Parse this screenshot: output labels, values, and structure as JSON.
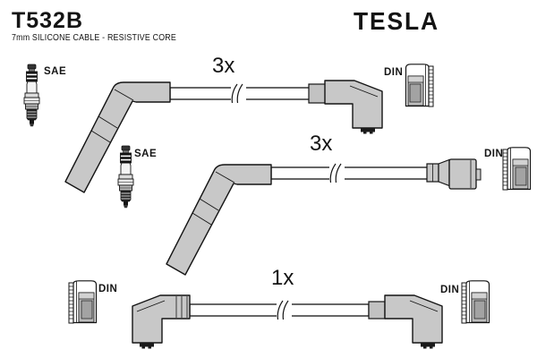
{
  "header": {
    "part_number": "T532B",
    "subtitle": "7mm SILICONE CABLE - RESISTIVE CORE",
    "brand": "TESLA"
  },
  "diagram": {
    "cables": [
      {
        "quantity": "3x",
        "spark_plug_end": {
          "standard": "SAE",
          "boot": "135-degree angled boot"
        },
        "distributor_end": {
          "standard": "DIN",
          "boot": "90-degree elbow boot"
        }
      },
      {
        "quantity": "3x",
        "spark_plug_end": {
          "standard": "SAE",
          "boot": "135-degree angled boot"
        },
        "distributor_end": {
          "standard": "DIN",
          "boot": "straight boot"
        }
      },
      {
        "quantity": "1x",
        "spark_plug_end": {
          "standard": "DIN",
          "boot": "90-degree elbow boot"
        },
        "distributor_end": {
          "standard": "DIN",
          "boot": "135-degree angled boot"
        }
      }
    ]
  },
  "colors": {
    "background": "#ffffff",
    "outline": "#141414",
    "boot_fill": "#c8c8c8",
    "socket_fill": "#a8a8a8",
    "brand_gray": "#a5a5a5"
  }
}
